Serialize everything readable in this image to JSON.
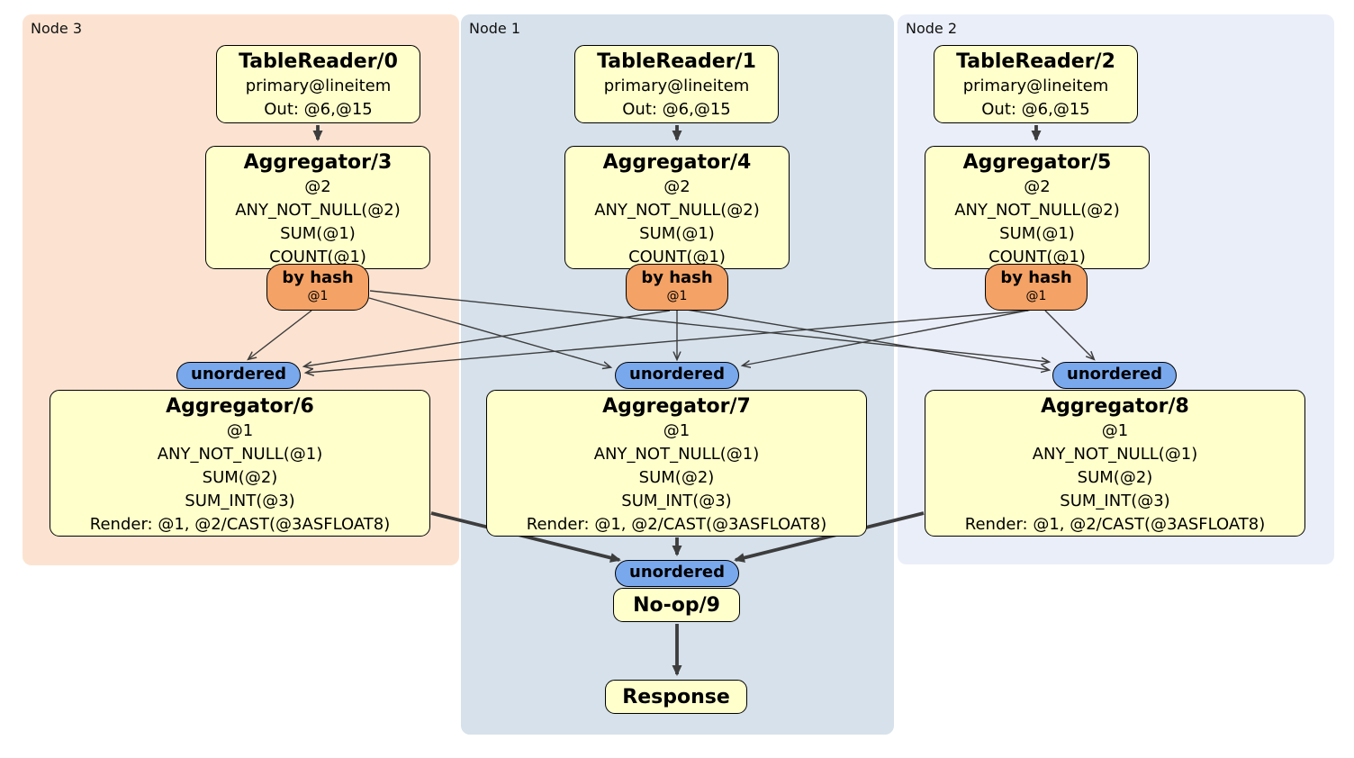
{
  "colors": {
    "panel_node3": "#fce3d1",
    "panel_node1": "#d6e1eb",
    "panel_node2": "#eaeef8",
    "box_fill": "#ffffcc",
    "router_fill": "#f4a266",
    "sync_fill": "#79a8ed",
    "edge": "#3d3d3d",
    "border": "#000000"
  },
  "panels": [
    {
      "label": "Node 3"
    },
    {
      "label": "Node 1"
    },
    {
      "label": "Node 2"
    }
  ],
  "routers": {
    "label": "by hash",
    "detail": "@1"
  },
  "synchronizers": {
    "label": "unordered"
  },
  "processors": {
    "tablereader0": {
      "title": "TableReader/0",
      "lines": [
        "primary@lineitem",
        "Out: @6,@15"
      ]
    },
    "tablereader1": {
      "title": "TableReader/1",
      "lines": [
        "primary@lineitem",
        "Out: @6,@15"
      ]
    },
    "tablereader2": {
      "title": "TableReader/2",
      "lines": [
        "primary@lineitem",
        "Out: @6,@15"
      ]
    },
    "aggregator3": {
      "title": "Aggregator/3",
      "lines": [
        "@2",
        "ANY_NOT_NULL(@2)",
        "SUM(@1)",
        "COUNT(@1)"
      ]
    },
    "aggregator4": {
      "title": "Aggregator/4",
      "lines": [
        "@2",
        "ANY_NOT_NULL(@2)",
        "SUM(@1)",
        "COUNT(@1)"
      ]
    },
    "aggregator5": {
      "title": "Aggregator/5",
      "lines": [
        "@2",
        "ANY_NOT_NULL(@2)",
        "SUM(@1)",
        "COUNT(@1)"
      ]
    },
    "aggregator6": {
      "title": "Aggregator/6",
      "lines": [
        "@1",
        "ANY_NOT_NULL(@1)",
        "SUM(@2)",
        "SUM_INT(@3)",
        "Render: @1, @2/CAST(@3ASFLOAT8)"
      ]
    },
    "aggregator7": {
      "title": "Aggregator/7",
      "lines": [
        "@1",
        "ANY_NOT_NULL(@1)",
        "SUM(@2)",
        "SUM_INT(@3)",
        "Render: @1, @2/CAST(@3ASFLOAT8)"
      ]
    },
    "aggregator8": {
      "title": "Aggregator/8",
      "lines": [
        "@1",
        "ANY_NOT_NULL(@1)",
        "SUM(@2)",
        "SUM_INT(@3)",
        "Render: @1, @2/CAST(@3ASFLOAT8)"
      ]
    },
    "noop9": {
      "title": "No-op/9"
    },
    "response": {
      "title": "Response"
    }
  }
}
